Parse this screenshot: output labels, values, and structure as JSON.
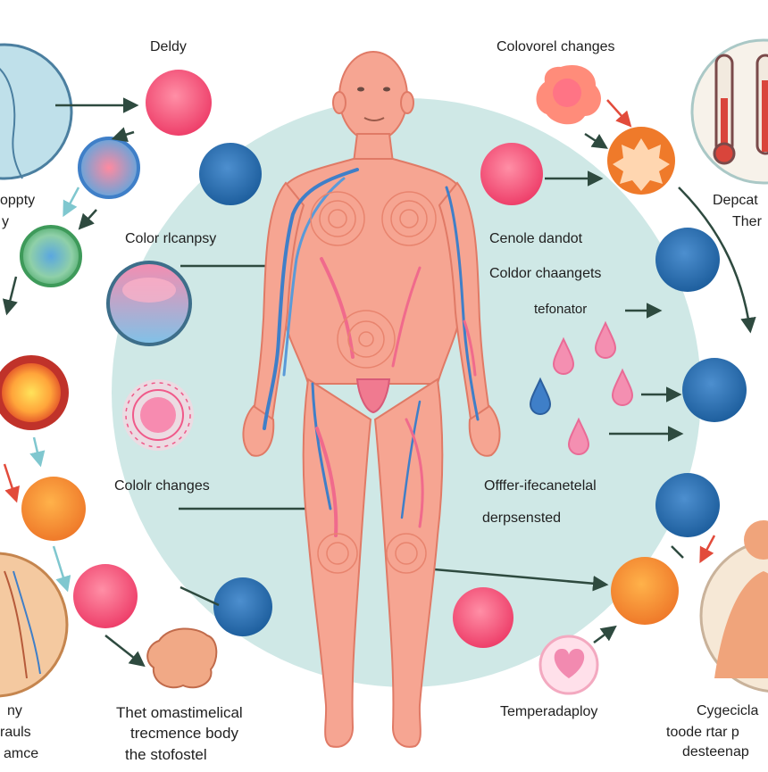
{
  "labels": {
    "top_left": "Deldy",
    "top_right": "Colovorel changes",
    "left_edge_1": "oppty",
    "left_edge_2": "y",
    "right_edge_1": "Depcat",
    "right_edge_2": "Ther",
    "mid_left_1": "Color rlcanpsy",
    "mid_right_1": "Cenole dandot",
    "mid_right_2": "Coldor chaangets",
    "mid_right_3": "tefonator",
    "lower_left_1": "Cololr changes",
    "lower_right_1": "Offfer-ifecanetelal",
    "lower_right_2": "derpsensted",
    "bottom_center_1": "Thet omastimelical",
    "bottom_center_2": "trecmence body",
    "bottom_center_3": "the stofostel",
    "bottom_right": "Temperadaploy",
    "bottom_left_1": "ny",
    "bottom_left_2": "rauls",
    "bottom_left_3": "amce",
    "bottom_far_right_1": "Cygecicla",
    "bottom_far_right_2": "toode rtar p",
    "bottom_far_right_3": "desteenap"
  },
  "colors": {
    "background_circle": "#cfe8e6",
    "body_skin": "#f6a592",
    "vein_blue": "#3f7fc8",
    "vein_pink": "#f06a8c",
    "arrow_dark": "#2e4a3f",
    "arrow_red": "#e24b3b",
    "arrow_teal": "#7fc7cf"
  }
}
